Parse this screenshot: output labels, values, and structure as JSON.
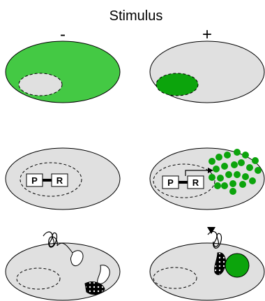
{
  "header": {
    "title": "Stimulus",
    "minus_label": "-",
    "plus_label": "+"
  },
  "gene": {
    "promoter_label": "P",
    "reporter_label": "R"
  },
  "colors": {
    "cell_fill": "#e0e0e0",
    "fluorescent_green": "#44c944",
    "nucleus_green": "#0ca40c",
    "outline": "#000000"
  }
}
